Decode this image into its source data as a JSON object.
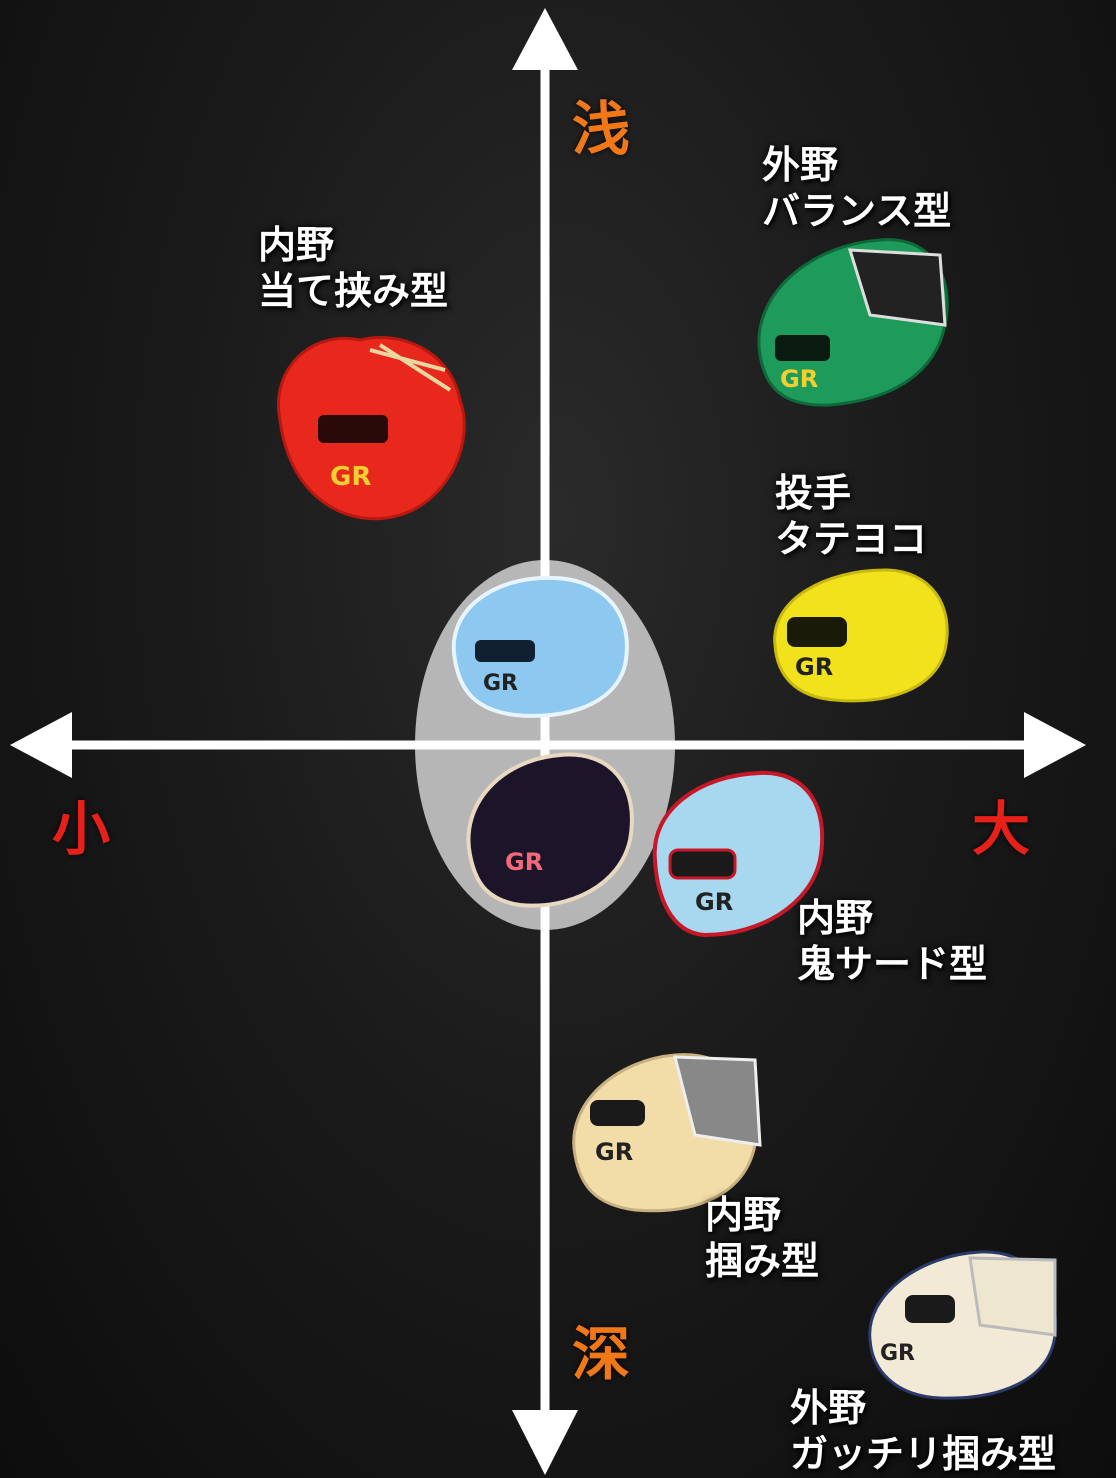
{
  "axes": {
    "top_label": "浅",
    "bottom_label": "深",
    "left_label": "小",
    "right_label": "大",
    "vertical_label_color": "#f07818",
    "horizontal_label_color": "#e8201a"
  },
  "gloves": [
    {
      "key": "infield-pocket-pinch",
      "line1": "内野",
      "line2": "当て挟み型",
      "color": "#e8281c"
    },
    {
      "key": "outfield-balance",
      "line1": "外野",
      "line2": "バランス型",
      "color": "#1e9a5a"
    },
    {
      "key": "pitcher-tateyoko",
      "line1": "投手",
      "line2": "タテヨコ",
      "color": "#f2e21c"
    },
    {
      "key": "infield-oni-side",
      "line1": "内野",
      "line2": "鬼サード型",
      "color": "#a8d8f0"
    },
    {
      "key": "infield-grab",
      "line1": "内野",
      "line2": "掴み型",
      "color": "#f2dca8"
    },
    {
      "key": "outfield-firm-grab",
      "line1": "外野",
      "line2": "ガッチリ掴み型",
      "color": "#f2ead6"
    },
    {
      "key": "catcher-mitt",
      "line1": "",
      "line2": "",
      "color": "#8cc8f0"
    },
    {
      "key": "first-base-mitt",
      "line1": "",
      "line2": "",
      "color": "#1c1428"
    }
  ]
}
